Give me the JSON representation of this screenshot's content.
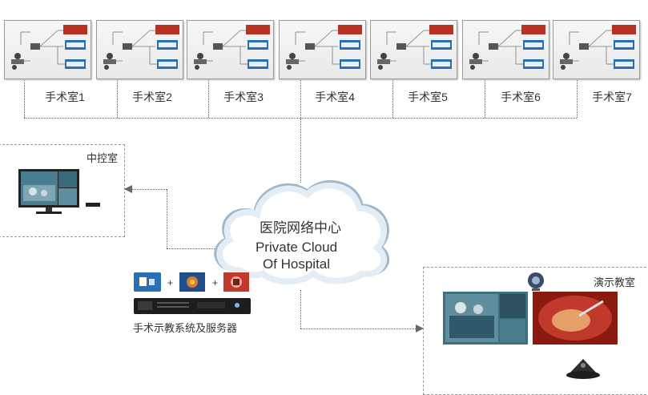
{
  "rooms": [
    {
      "label": "手术室1"
    },
    {
      "label": "手术室2"
    },
    {
      "label": "手术室3"
    },
    {
      "label": "手术室4"
    },
    {
      "label": "手术室5"
    },
    {
      "label": "手术室6"
    },
    {
      "label": "手术室7"
    }
  ],
  "control_room": {
    "title": "中控室"
  },
  "cloud": {
    "title_cn": "医院网络中心",
    "line1": "Private Cloud",
    "line2": "Of Hospital"
  },
  "server": {
    "label": "手术示教系统及服务器",
    "plus": "+"
  },
  "classroom": {
    "title": "演示教室"
  },
  "colors": {
    "line": "#666666",
    "cloud_border": "#9db8cc",
    "device_red": "#c0392b",
    "device_blue": "#2a6fb5"
  }
}
